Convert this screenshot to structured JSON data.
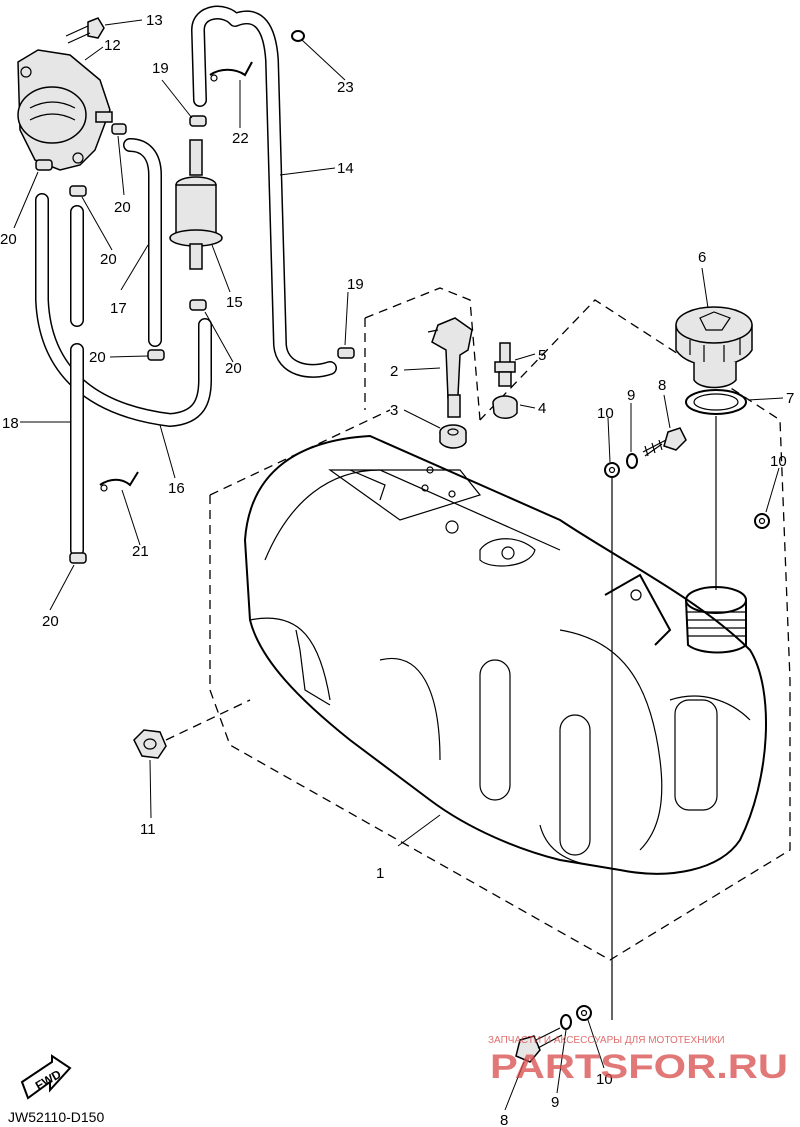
{
  "diagram_code": "JW52110-D150",
  "direction_label": "FWD",
  "watermark": {
    "brand": "PARTSFOR.RU",
    "tagline": "ЗАПЧАСТИ И АКСЕССУАРЫ ДЛЯ МОТОТЕХНИКИ"
  },
  "callouts": {
    "n1": "1",
    "n2": "2",
    "n3": "3",
    "n4": "4",
    "n5": "5",
    "n6": "6",
    "n7": "7",
    "n8a": "8",
    "n8b": "8",
    "n9a": "9",
    "n9b": "9",
    "n10a": "10",
    "n10b": "10",
    "n10c": "10",
    "n11": "11",
    "n12": "12",
    "n13": "13",
    "n14": "14",
    "n15": "15",
    "n16": "16",
    "n17": "17",
    "n18": "18",
    "n19a": "19",
    "n19b": "19",
    "n20a": "20",
    "n20b": "20",
    "n20c": "20",
    "n20d": "20",
    "n20e": "20",
    "n20f": "20",
    "n21": "21",
    "n22": "22",
    "n23": "23"
  }
}
